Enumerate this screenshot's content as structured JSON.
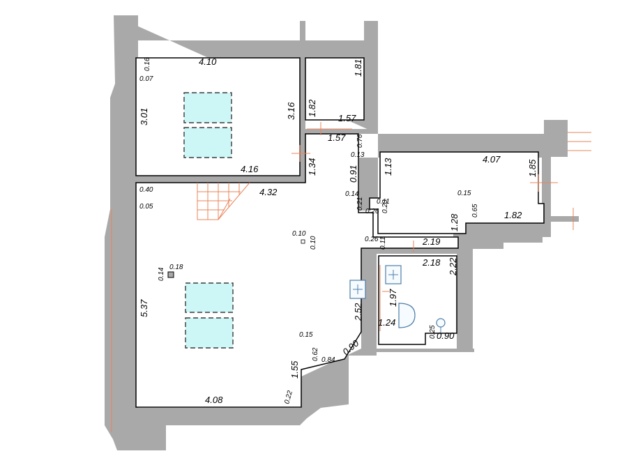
{
  "plan": {
    "colors": {
      "wall": "#a9a9a9",
      "wall_edge": "#e9a27e",
      "room_fill": "#ffffff",
      "skylight": "#cdf6f7",
      "annotation": "#e9845a"
    },
    "dimensions": [
      {
        "id": "d1",
        "text": "4.10",
        "size": "big"
      },
      {
        "id": "d2",
        "text": "0.16",
        "size": "small"
      },
      {
        "id": "d3",
        "text": "0.07",
        "size": "small"
      },
      {
        "id": "d4",
        "text": "3.01",
        "size": "big"
      },
      {
        "id": "d5",
        "text": "3.16",
        "size": "big"
      },
      {
        "id": "d6",
        "text": "4.16",
        "size": "big"
      },
      {
        "id": "d7",
        "text": "1.82",
        "size": "big"
      },
      {
        "id": "d8",
        "text": "1.81",
        "size": "big"
      },
      {
        "id": "d9",
        "text": "1.57",
        "size": "big"
      },
      {
        "id": "d10",
        "text": "1.57",
        "size": "big"
      },
      {
        "id": "d11",
        "text": "0.76",
        "size": "small"
      },
      {
        "id": "d12",
        "text": "0.13",
        "size": "small"
      },
      {
        "id": "d13",
        "text": "1.34",
        "size": "big"
      },
      {
        "id": "d14",
        "text": "0.91",
        "size": "big"
      },
      {
        "id": "d15",
        "text": "1.13",
        "size": "big"
      },
      {
        "id": "d16",
        "text": "0.14",
        "size": "small"
      },
      {
        "id": "d17",
        "text": "4.07",
        "size": "big"
      },
      {
        "id": "d18",
        "text": "1.85",
        "size": "big"
      },
      {
        "id": "d19",
        "text": "4.32",
        "size": "big"
      },
      {
        "id": "d20",
        "text": "0.40",
        "size": "small"
      },
      {
        "id": "d21",
        "text": "0.05",
        "size": "small"
      },
      {
        "id": "d22",
        "text": "0.21",
        "size": "small"
      },
      {
        "id": "d23",
        "text": "0.26",
        "size": "small"
      },
      {
        "id": "d24",
        "text": "0.11",
        "size": "small"
      },
      {
        "id": "d25",
        "text": "0.23",
        "size": "small"
      },
      {
        "id": "d26",
        "text": "0.15",
        "size": "small"
      },
      {
        "id": "d27",
        "text": "0.65",
        "size": "small"
      },
      {
        "id": "d28",
        "text": "1.82",
        "size": "big"
      },
      {
        "id": "d29",
        "text": "1.28",
        "size": "big"
      },
      {
        "id": "d30",
        "text": "0.10",
        "size": "small"
      },
      {
        "id": "d31",
        "text": "0.10",
        "size": "small"
      },
      {
        "id": "d32",
        "text": "0.26",
        "size": "small"
      },
      {
        "id": "d33",
        "text": "0.11",
        "size": "small"
      },
      {
        "id": "d34",
        "text": "2.19",
        "size": "big"
      },
      {
        "id": "d35",
        "text": "2.18",
        "size": "big"
      },
      {
        "id": "d36",
        "text": "2.22",
        "size": "big"
      },
      {
        "id": "d37",
        "text": "0.18",
        "size": "small"
      },
      {
        "id": "d38",
        "text": "0.14",
        "size": "small"
      },
      {
        "id": "d39",
        "text": "1.97",
        "size": "big"
      },
      {
        "id": "d40",
        "text": "5.37",
        "size": "big"
      },
      {
        "id": "d41",
        "text": "2.52",
        "size": "big"
      },
      {
        "id": "d42",
        "text": "1.24",
        "size": "big"
      },
      {
        "id": "d43",
        "text": "0.25",
        "size": "small"
      },
      {
        "id": "d44",
        "text": "0.90",
        "size": "big"
      },
      {
        "id": "d45",
        "text": "0.15",
        "size": "small"
      },
      {
        "id": "d46",
        "text": "0.62",
        "size": "small"
      },
      {
        "id": "d47",
        "text": "0.84",
        "size": "small"
      },
      {
        "id": "d48",
        "text": "0.90",
        "size": "big"
      },
      {
        "id": "d49",
        "text": "1.55",
        "size": "big"
      },
      {
        "id": "d50",
        "text": "4.08",
        "size": "big"
      },
      {
        "id": "d51",
        "text": "0.22",
        "size": "small"
      }
    ]
  }
}
